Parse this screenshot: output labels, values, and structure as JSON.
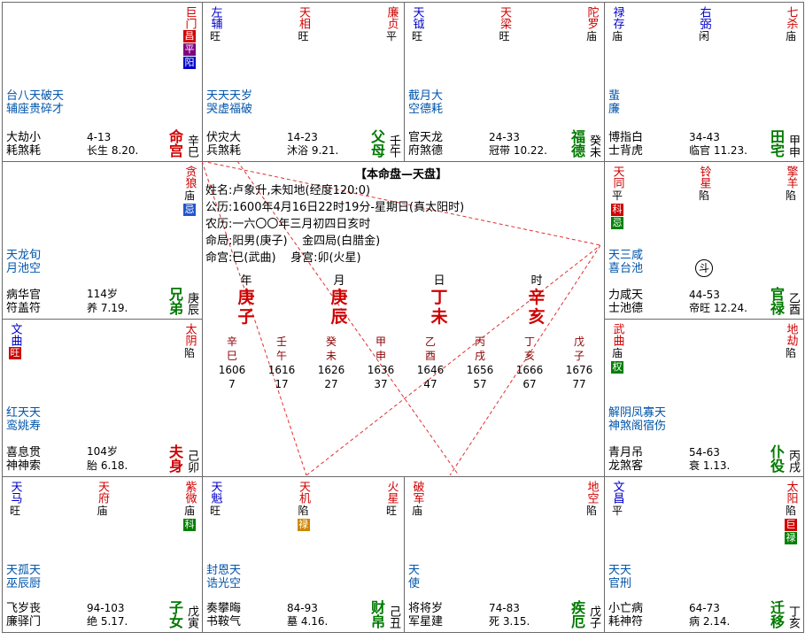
{
  "cells": [
    {
      "id": "si",
      "stars": [
        {
          "name": "巨门",
          "cls": "main",
          "bright": "",
          "hua": [
            {
              "t": "昌",
              "c": "#d00000"
            },
            {
              "t": "平",
              "c": "#800080"
            },
            {
              "t": "阳",
              "c": "#0000c8"
            }
          ]
        }
      ],
      "minor": [
        "台八天破天",
        "辅座贵碎才"
      ],
      "gods": [
        "大劫小",
        "耗煞耗"
      ],
      "age": "4-13",
      "life": "长生 8.20.",
      "palace": "命宫",
      "pcolor": "red",
      "gz": "辛巳"
    },
    {
      "id": "wu",
      "stars": [
        {
          "name": "廉贞",
          "cls": "main",
          "bright": "平",
          "hua": []
        },
        {
          "name": "天相",
          "cls": "main",
          "bright": "旺",
          "hua": []
        },
        {
          "name": "左辅",
          "cls": "minorb",
          "bright": "旺",
          "hua": []
        }
      ],
      "minor": [
        "天天天岁",
        "哭虚福破"
      ],
      "gods": [
        "伏灾大",
        "兵煞耗"
      ],
      "age": "14-23",
      "life": "沐浴 9.21.",
      "palace": "父母",
      "pcolor": "grn",
      "gz": "壬午"
    },
    {
      "id": "wei",
      "stars": [
        {
          "name": "陀罗",
          "cls": "minorr",
          "bright": "庙",
          "hua": []
        },
        {
          "name": "天梁",
          "cls": "main",
          "bright": "旺",
          "hua": []
        },
        {
          "name": "天钺",
          "cls": "minorb",
          "bright": "旺",
          "hua": []
        }
      ],
      "minor": [
        "截月大",
        "空德耗"
      ],
      "gods": [
        "官天龙",
        "府煞德"
      ],
      "age": "24-33",
      "life": "冠带 10.22.",
      "palace": "福德",
      "pcolor": "grn",
      "gz": "癸未"
    },
    {
      "id": "shen",
      "stars": [
        {
          "name": "七杀",
          "cls": "main",
          "bright": "庙",
          "hua": []
        },
        {
          "name": "右弼",
          "cls": "minorb",
          "bright": "闲",
          "hua": []
        },
        {
          "name": "禄存",
          "cls": "minorb",
          "bright": "庙",
          "hua": []
        }
      ],
      "minor": [
        "蜚",
        "廉"
      ],
      "gods": [
        "博指白",
        "士背虎"
      ],
      "age": "34-43",
      "life": "临官 11.23.",
      "palace": "田宅",
      "pcolor": "grn",
      "gz": "甲申"
    },
    {
      "id": "chen",
      "stars": [
        {
          "name": "贪狼",
          "cls": "main",
          "bright": "庙",
          "hua": [
            {
              "t": "忌",
              "c": "#2255cc"
            }
          ]
        }
      ],
      "minor": [
        "天龙旬",
        "月池空"
      ],
      "gods": [
        "病华官",
        "符盖符"
      ],
      "age": "114岁",
      "life": "养 7.19.",
      "palace": "兄弟",
      "pcolor": "grn",
      "gz": "庚辰"
    },
    {
      "id": "you",
      "stars": [
        {
          "name": "擎羊",
          "cls": "minorr",
          "bright": "陷",
          "hua": []
        },
        {
          "name": "铃星",
          "cls": "minorr",
          "bright": "陷",
          "hua": []
        },
        {
          "name": "天同",
          "cls": "main",
          "bright": "平",
          "hua": [
            {
              "t": "科",
              "c": "#d00000"
            },
            {
              "t": "忌",
              "c": "#008000"
            }
          ]
        }
      ],
      "minor": [
        "天三咸",
        "喜台池"
      ],
      "gods": [
        "力咸天",
        "士池德"
      ],
      "age": "44-53",
      "life": "帝旺 12.24.",
      "palace": "官禄",
      "pcolor": "grn",
      "gz": "乙酉",
      "sign": "斗"
    },
    {
      "id": "mao",
      "stars": [
        {
          "name": "太阴",
          "cls": "main",
          "bright": "陷",
          "hua": []
        },
        {
          "name": "文曲",
          "cls": "minorb",
          "bright": "",
          "hua": [
            {
              "t": "旺",
              "c": "#d00000"
            }
          ]
        }
      ],
      "minor": [
        "红天天",
        "鸾姚寿"
      ],
      "gods": [
        "喜息贯",
        "神神索"
      ],
      "age": "104岁",
      "life": "胎 6.18.",
      "palace": "夫身",
      "pcolor": "red",
      "gz": "己卯"
    },
    {
      "id": "xu",
      "stars": [
        {
          "name": "地劫",
          "cls": "minorr",
          "bright": "陷",
          "hua": []
        },
        {
          "name": "武曲",
          "cls": "main",
          "bright": "庙",
          "hua": [
            {
              "t": "权",
              "c": "#008000"
            }
          ]
        }
      ],
      "minor": [
        "解阴凤寡天",
        "神煞阁宿伤"
      ],
      "gods": [
        "青月吊",
        "龙煞客"
      ],
      "age": "54-63",
      "life": "衰 1.13.",
      "palace": "仆役",
      "pcolor": "grn",
      "gz": "丙戌"
    },
    {
      "id": "yin",
      "stars": [
        {
          "name": "紫微",
          "cls": "main",
          "bright": "庙",
          "hua": [
            {
              "t": "科",
              "c": "#008000"
            }
          ]
        },
        {
          "name": "天府",
          "cls": "main",
          "bright": "庙",
          "hua": []
        },
        {
          "name": "天马",
          "cls": "minorb",
          "bright": "旺",
          "hua": []
        }
      ],
      "minor": [
        "天孤天",
        "巫辰厨"
      ],
      "gods": [
        "飞岁丧",
        "廉驿门"
      ],
      "age": "94-103",
      "life": "绝 5.17.",
      "palace": "子女",
      "pcolor": "grn",
      "gz": "戊寅"
    },
    {
      "id": "chou",
      "stars": [
        {
          "name": "火星",
          "cls": "minorr",
          "bright": "旺",
          "hua": []
        },
        {
          "name": "天机",
          "cls": "main",
          "bright": "陷",
          "hua": [
            {
              "t": "禄",
              "c": "#cc8800"
            }
          ]
        },
        {
          "name": "天魁",
          "cls": "minorb",
          "bright": "旺",
          "hua": []
        }
      ],
      "minor": [
        "封恩天",
        "诰光空"
      ],
      "gods": [
        "奏攀晦",
        "书鞍气"
      ],
      "age": "84-93",
      "life": "墓 4.16.",
      "palace": "财帛",
      "pcolor": "grn",
      "gz": "己丑"
    },
    {
      "id": "zi",
      "stars": [
        {
          "name": "地空",
          "cls": "minorr",
          "bright": "陷",
          "hua": []
        },
        {
          "name": "破军",
          "cls": "main",
          "bright": "庙",
          "hua": []
        }
      ],
      "minor": [
        "天",
        "使"
      ],
      "gods": [
        "将将岁",
        "军星建"
      ],
      "age": "74-83",
      "life": "死 3.15.",
      "palace": "疾厄",
      "pcolor": "grn",
      "gz": "戊子"
    },
    {
      "id": "hai",
      "stars": [
        {
          "name": "太阳",
          "cls": "main",
          "bright": "陷",
          "hua": [
            {
              "t": "巨",
              "c": "#d00000"
            },
            {
              "t": "禄",
              "c": "#008000"
            }
          ]
        },
        {
          "name": "文昌",
          "cls": "minorb",
          "bright": "平",
          "hua": []
        }
      ],
      "minor": [
        "天天",
        "官刑"
      ],
      "gods": [
        "小亡病",
        "耗神符"
      ],
      "age": "64-73",
      "life": "病 2.14.",
      "palace": "迁移",
      "pcolor": "grn",
      "gz": "丁亥"
    }
  ],
  "center": {
    "title": "【本命盘—天盘】",
    "line1": "姓名:卢象升,未知地(经度120:0)",
    "line2": "公历:1600年4月16日22时19分-星期日(真太阳时)",
    "line3": "农历:一六〇〇年三月初四日亥时",
    "line4a": "命局:阳男(庚子)",
    "line4b": "金四局(白腊金)",
    "line5a": "命宫:巳(武曲)",
    "line5b": "身宫:卯(火星)",
    "pillars": [
      {
        "label": "年",
        "gz": "庚子"
      },
      {
        "label": "月",
        "gz": "庚辰"
      },
      {
        "label": "日",
        "gz": "丁未"
      },
      {
        "label": "时",
        "gz": "辛亥"
      }
    ],
    "decades": [
      {
        "gz": "辛巳",
        "year": "1606",
        "age": "7"
      },
      {
        "gz": "壬午",
        "year": "1616",
        "age": "17"
      },
      {
        "gz": "癸未",
        "year": "1626",
        "age": "27"
      },
      {
        "gz": "甲申",
        "year": "1636",
        "age": "37"
      },
      {
        "gz": "乙酉",
        "year": "1646",
        "age": "47"
      },
      {
        "gz": "丙戌",
        "year": "1656",
        "age": "57"
      },
      {
        "gz": "丁亥",
        "year": "1666",
        "age": "67"
      },
      {
        "gz": "戊子",
        "year": "1676",
        "age": "77"
      }
    ]
  }
}
